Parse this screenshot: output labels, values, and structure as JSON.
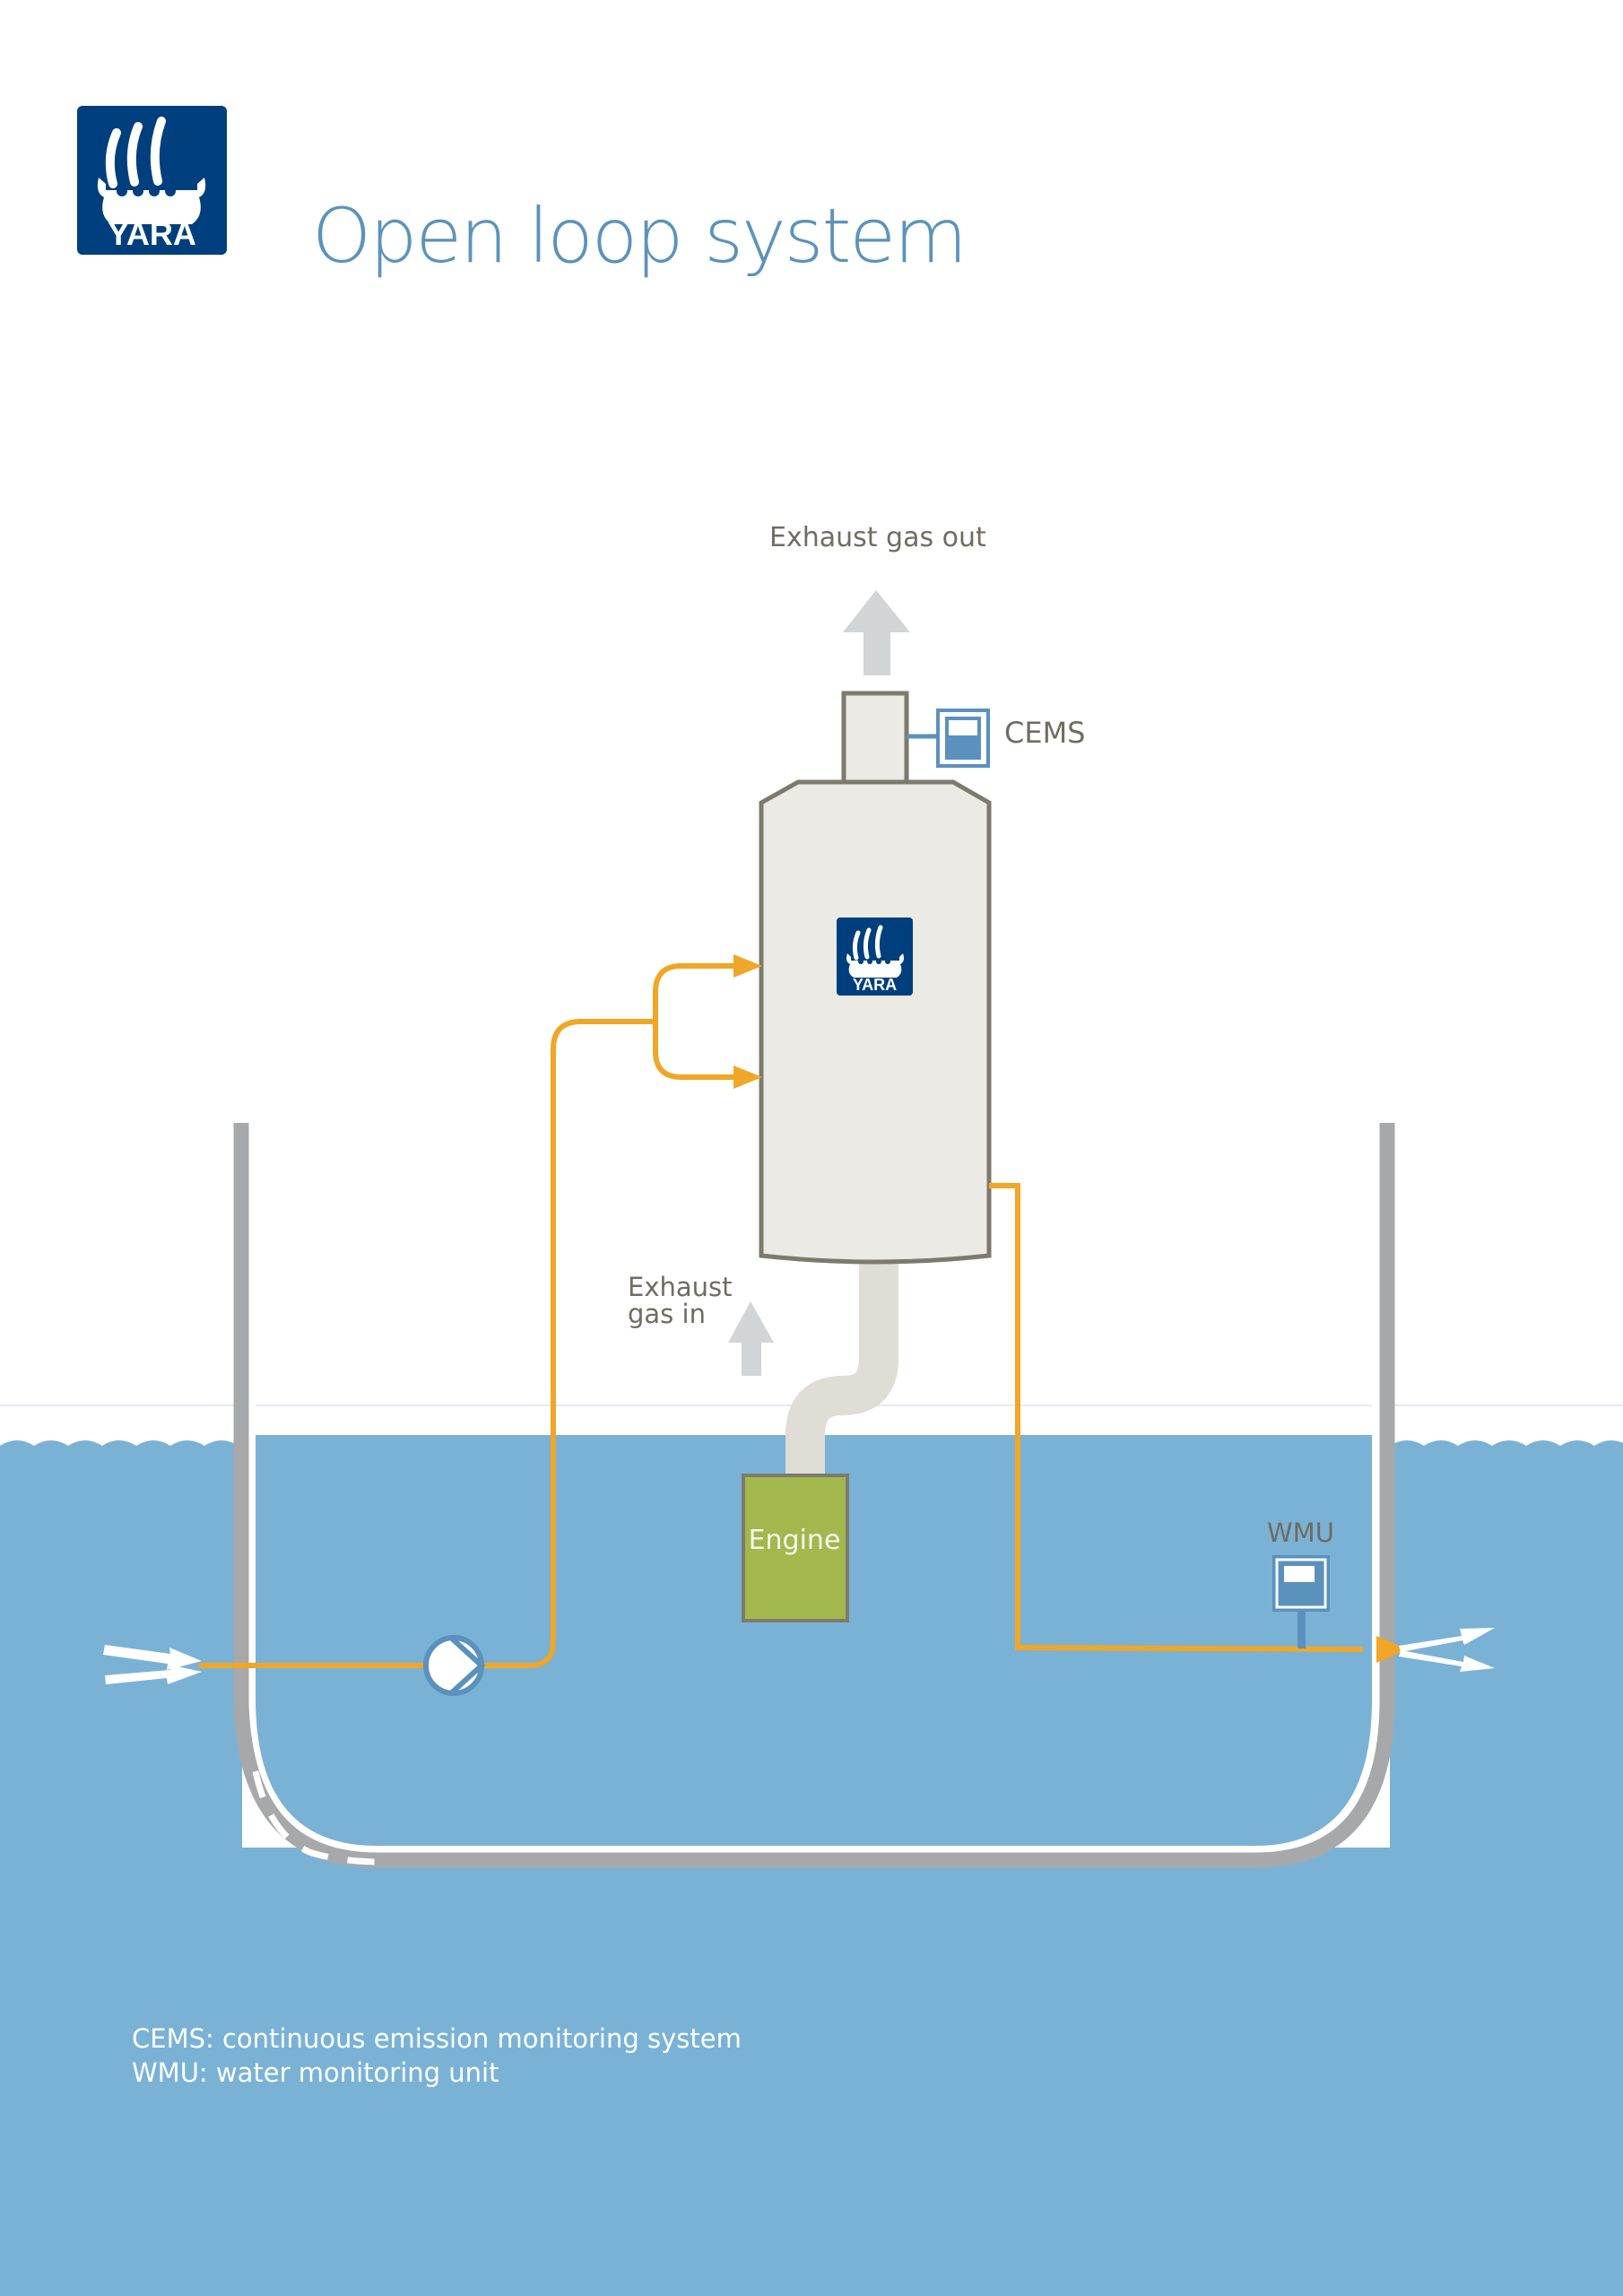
{
  "header": {
    "brand": "YARA",
    "title": "Open loop system"
  },
  "diagram": {
    "labels": {
      "exhaust_out": "Exhaust gas out",
      "cems": "CEMS",
      "exhaust_in_line1": "Exhaust",
      "exhaust_in_line2": "gas in",
      "engine": "Engine",
      "wmu": "WMU",
      "scrubber_brand": "YARA"
    },
    "icons": [
      "yara-logo-icon",
      "up-arrow-icon",
      "cems-monitor-icon",
      "pump-icon",
      "wmu-monitor-icon",
      "water-inlet-arrows-icon",
      "water-outlet-arrows-icon"
    ],
    "colors": {
      "brand_blue": "#003f7d",
      "title_blue": "#5b93bb",
      "water_orange": "#f0a626",
      "sea": "#7ab2d6",
      "hull": "#a7a8aa",
      "scrubber_fill": "#ebeae4",
      "scrubber_stroke": "#7d7a6e",
      "engine_green": "#a2b84d",
      "gas_arrow": "#d2d4d6",
      "monitor_blue": "#5a91bd"
    }
  },
  "legend": {
    "items": [
      "CEMS: continuous emission monitoring system",
      "WMU: water monitoring unit"
    ]
  }
}
